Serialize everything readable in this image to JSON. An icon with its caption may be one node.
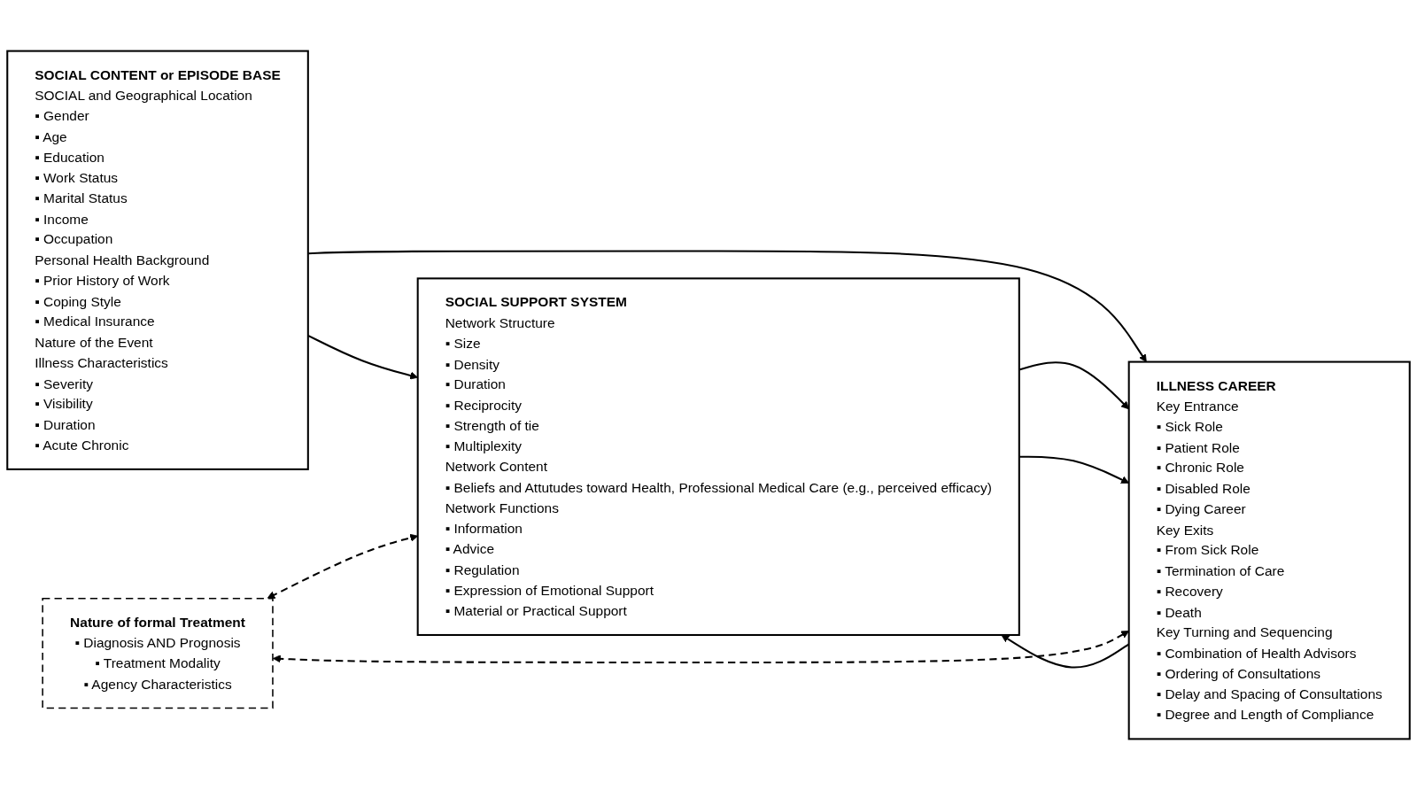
{
  "diagram": {
    "nodes": [
      {
        "text": [
          "SOCIAL CONTENT or EPISODE BASE",
          "SOCIAL and Geographical Location",
          "▪ Gender",
          "▪ Age",
          "▪ Education",
          "▪ Work Status",
          "▪ Marital Status",
          "▪ Income",
          "▪ Occupation",
          "Personal Health Background",
          "▪ Prior History of Work",
          "▪ Coping Style",
          "▪ Medical Insurance",
          "Nature of the Event",
          "Illness Characteristics",
          "▪ Severity",
          "▪ Visibility",
          "▪ Duration",
          "▪ Acute Chronic"
        ]
      },
      {
        "text": [
          "SOCIAL SUPPORT SYSTEM",
          "Network Structure",
          "▪ Size",
          "▪ Density",
          "▪ Duration",
          "▪ Reciprocity",
          "▪ Strength of tie",
          "▪ Multiplexity",
          "Network Content",
          "▪ Beliefs and Attutudes toward Health, Professional Medical Care (e.g., perceived efficacy)",
          "Network Functions",
          "▪ Information",
          "▪ Advice",
          "▪ Regulation",
          "▪ Expression of Emotional Support",
          "▪ Material or Practical Support"
        ]
      },
      {
        "text": [
          "Nature of formal Treatment",
          "▪ Diagnosis AND Prognosis",
          "▪ Treatment Modality",
          "▪ Agency Characteristics"
        ]
      },
      {
        "text": [
          "ILLNESS CAREER",
          "Key Entrance",
          "▪ Sick Role",
          "▪ Patient Role",
          "▪ Chronic Role",
          "▪ Disabled Role",
          "▪ Dying Career",
          "Key Exits",
          "▪ From Sick Role",
          "▪ Termination of Care",
          "▪ Recovery",
          "▪ Death",
          "Key Turning and Sequencing",
          "▪ Combination of Health Advisors",
          "▪ Ordering of Consultations",
          "▪ Delay and Spacing of Consultations",
          "▪ Degree and Length of Compliance"
        ]
      }
    ],
    "edges": [
      {
        "from": 0,
        "to": 1,
        "arrow": "to"
      },
      {
        "from": 0,
        "to": 3,
        "arrow": "to"
      },
      {
        "from": 1,
        "to": 3,
        "arrow": "to"
      },
      {
        "from": 3,
        "to": 1,
        "arrow": "to"
      },
      {
        "from": 1,
        "to": 3,
        "arrow": "to"
      },
      {
        "from": 2,
        "to": 1,
        "arrow": "both",
        "style": "dashed"
      },
      {
        "from": 2,
        "to": 3,
        "arrow": "both",
        "style": "dashed"
      }
    ]
  }
}
